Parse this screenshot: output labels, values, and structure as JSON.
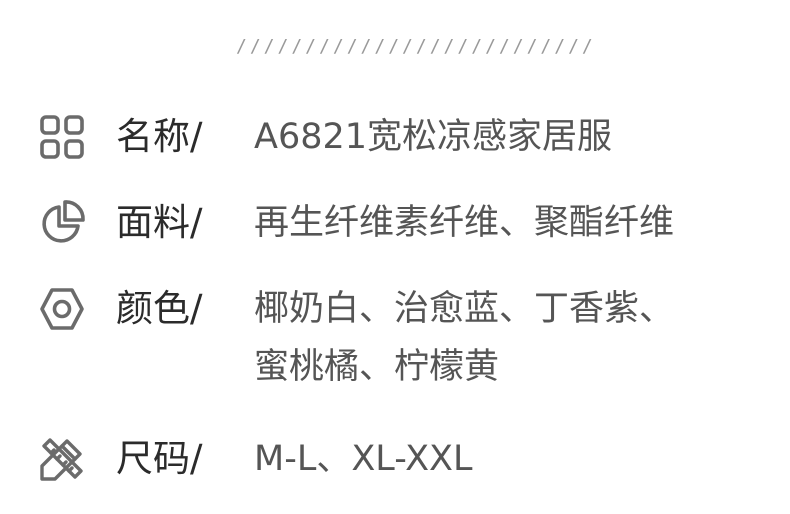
{
  "divider": "//////////////////////////",
  "specs": [
    {
      "icon": "grid-icon",
      "label": "名称/",
      "value": "A6821宽松凉感家居服"
    },
    {
      "icon": "pie-chart-icon",
      "label": "面料/",
      "value": "再生纤维素纤维、聚酯纤维"
    },
    {
      "icon": "hex-nut-icon",
      "label": "颜色/",
      "value": "椰奶白、治愈蓝、丁香紫、\n蜜桃橘、柠檬黄"
    },
    {
      "icon": "ruler-pencil-icon",
      "label": "尺码/",
      "value": "M-L、XL-XXL"
    }
  ],
  "colors": {
    "icon": "#6b6b6b",
    "label": "#2b2b2b",
    "value": "#555555",
    "divider": "#9a9a9a"
  }
}
